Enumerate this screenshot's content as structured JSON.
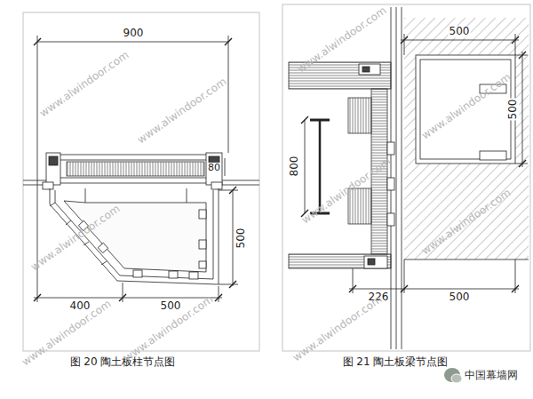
{
  "diagram": {
    "labels": [
      "900",
      "80",
      "500",
      "400",
      "500",
      "图 20 陶土板柱节点图",
      "500",
      "500",
      "800",
      "226",
      "500",
      "图 21 陶土板梁节点图",
      "中国幕墙网",
      "www.alwindoor.com",
      "www.alwindoor.com",
      "www.alwindoor.com",
      "www.alwindoor.com",
      "www.alwindoor.com",
      "www.alwindoor.com",
      "www.alwindoor.com",
      "www.alwindoor.com",
      "www.alwindoor.com",
      "www.alwindoor.com"
    ]
  }
}
